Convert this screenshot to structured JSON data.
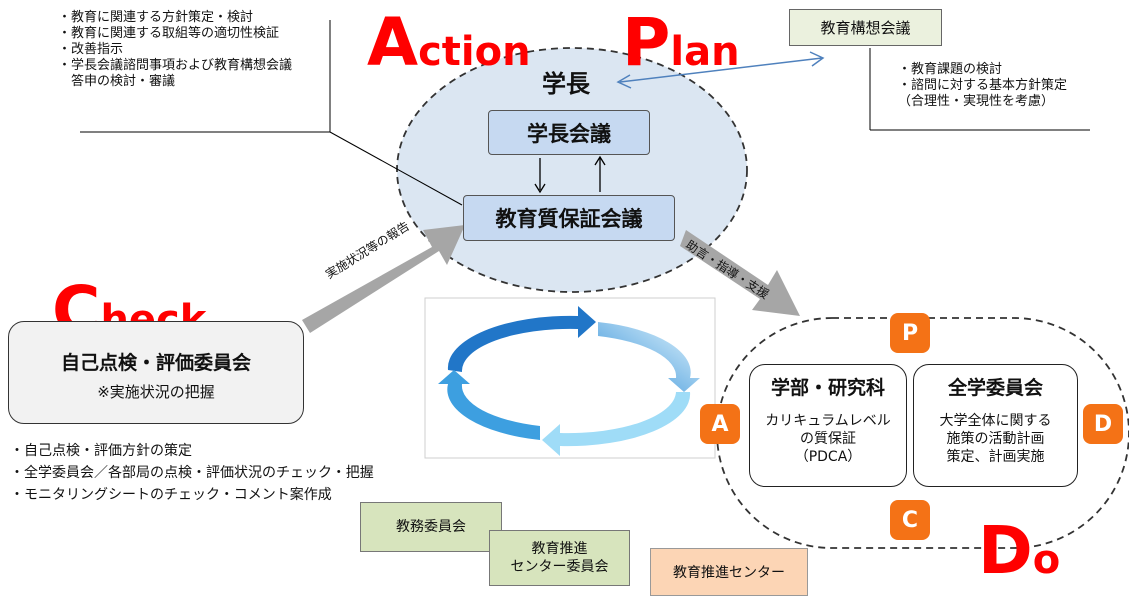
{
  "action": {
    "big": "A",
    "rest": "ction"
  },
  "plan": {
    "big": "P",
    "rest": "lan"
  },
  "check": {
    "big": "C",
    "rest": "heck"
  },
  "do": {
    "big": "D",
    "rest": "o"
  },
  "action_bullets": "・教育に関連する方針策定・検討\n・教育に関連する取組等の適切性検証\n・改善指示\n・学長会議諮問事項および教育構想会議\n　答申の検討・審議",
  "kyoiku_kousou": {
    "title": "教育構想会議",
    "bullets": "・教育課題の検討\n・諮問に対する基本方針策定\n（合理性・実現性を考慮）"
  },
  "president": "学長",
  "president_council": "学長会議",
  "quality_council": "教育質保証会議",
  "arrow_report": "実施状況等の報告",
  "arrow_advice": "助言・指導・支援",
  "check_box": {
    "title": "自己点検・評価委員会",
    "subtitle": "※実施状況の把握"
  },
  "check_bullets": "・自己点検・評価方針の策定\n・全学委員会／各部局の点検・評価状況のチェック・把握\n・モニタリングシートのチェック・コメント案作成",
  "pdca_badges": {
    "p": "P",
    "d": "D",
    "c": "C",
    "a": "A"
  },
  "faculty": {
    "title": "学部・研究科",
    "desc": "カリキュラムレベル\nの質保証\n（PDCA）"
  },
  "university_committee": {
    "title": "全学委員会",
    "desc": "大学全体に関する\n施策の活動計画\n策定、計画実施"
  },
  "bottom_boxes": {
    "kyomu": "教務委員会",
    "suishin_committee": "教育推進\nセンター委員会",
    "suishin_center": "教育推進センター"
  },
  "colors": {
    "accent_red": "#ff0000",
    "badge_orange": "#f47216",
    "ellipse_fill": "#dbe6f2",
    "box_blue": "#c6d9f1",
    "box_green": "#d7e4bd",
    "box_orange": "#fcd5b5"
  }
}
